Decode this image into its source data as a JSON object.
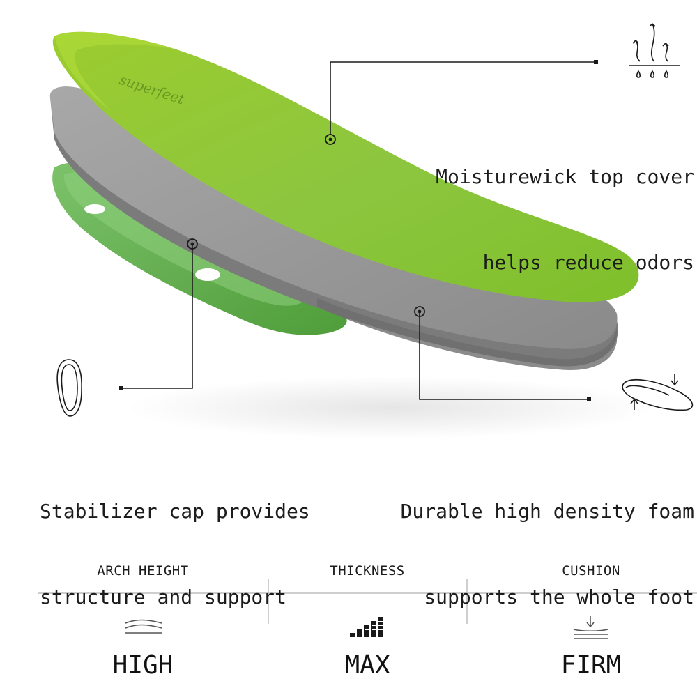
{
  "callouts": {
    "moisture": {
      "line1": "Moisturewick top cover",
      "line2": "helps reduce odors",
      "icon": "moisture-evaporation-icon"
    },
    "stabilizer": {
      "line1": "Stabilizer cap provides",
      "line2": "structure and support",
      "icon": "heel-cup-outline-icon"
    },
    "foam": {
      "line1": "Durable high density foam",
      "line2": "supports the whole foot",
      "icon": "insole-compression-icon"
    }
  },
  "product": {
    "logo_text": "superfeet"
  },
  "specs": [
    {
      "label": "ARCH HEIGHT",
      "value": "HIGH",
      "icon": "arch-height-waves-icon"
    },
    {
      "label": "THICKNESS",
      "value": "MAX",
      "icon": "thickness-bars-icon"
    },
    {
      "label": "CUSHION",
      "value": "FIRM",
      "icon": "cushion-press-icon"
    }
  ],
  "colors": {
    "top_cover_green": "#8dc63f",
    "foam_gray": "#8f8f8f",
    "stabilizer_green": "#5aa43a",
    "line": "#1a1a1a",
    "divider": "#bdbdbd"
  }
}
